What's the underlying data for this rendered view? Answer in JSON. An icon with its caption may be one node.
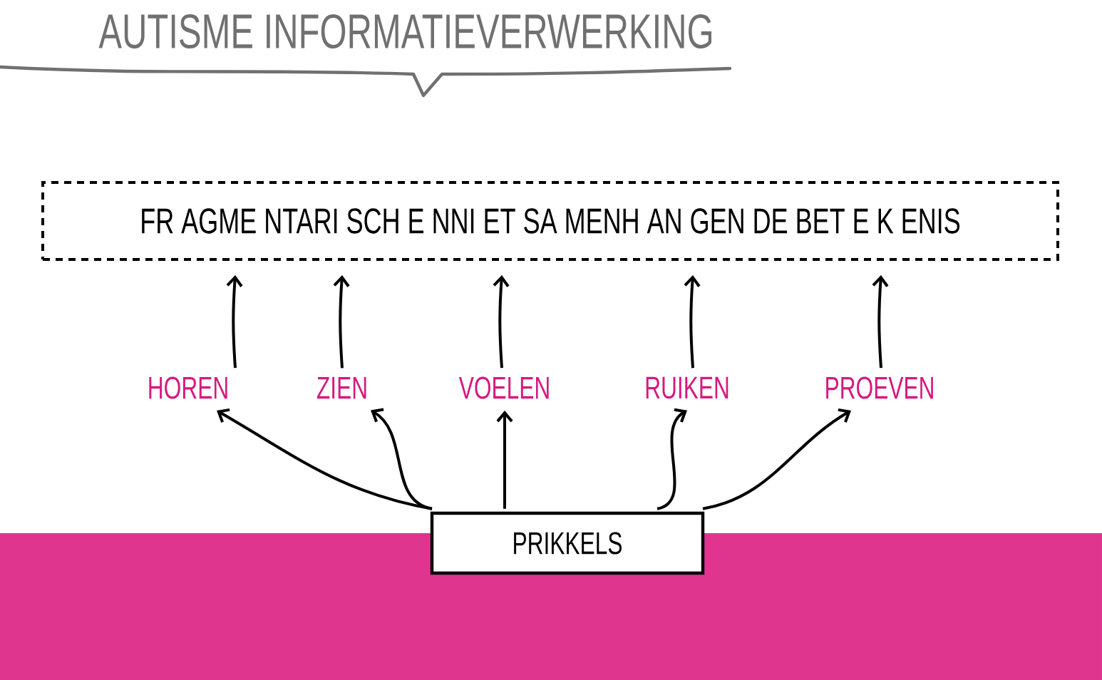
{
  "diagram": {
    "title": "AUTISME INFORMATIEVERWERKING",
    "nodes": [
      {
        "text": [
          "FR AGME NTARI SCH E NNI ET SA MENH AN GEN DE BET E K ENIS"
        ]
      },
      {
        "text": [
          "HOREN"
        ]
      },
      {
        "text": [
          "ZIEN"
        ]
      },
      {
        "text": [
          "VOELEN"
        ]
      },
      {
        "text": [
          "RUIKEN"
        ]
      },
      {
        "text": [
          "PROEVEN"
        ]
      },
      {
        "text": [
          "PRIKKELS"
        ]
      }
    ],
    "edges": [
      {
        "from": 6,
        "to": 1,
        "arrow": "to"
      },
      {
        "from": 6,
        "to": 2,
        "arrow": "to"
      },
      {
        "from": 6,
        "to": 3,
        "arrow": "to"
      },
      {
        "from": 6,
        "to": 4,
        "arrow": "to"
      },
      {
        "from": 6,
        "to": 5,
        "arrow": "to"
      },
      {
        "from": 1,
        "to": 0,
        "arrow": "to"
      },
      {
        "from": 2,
        "to": 0,
        "arrow": "to"
      },
      {
        "from": 3,
        "to": 0,
        "arrow": "to"
      },
      {
        "from": 4,
        "to": 0,
        "arrow": "to"
      },
      {
        "from": 5,
        "to": 0,
        "arrow": "to"
      }
    ]
  }
}
